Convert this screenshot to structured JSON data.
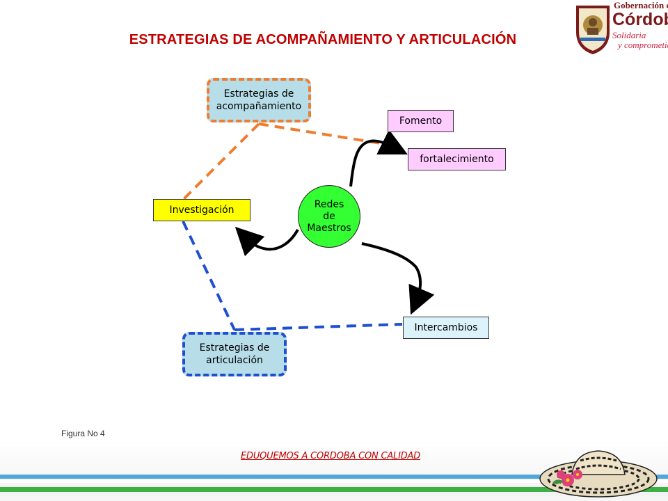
{
  "header": {
    "title": "ESTRATEGIAS DE ACOMPAÑAMIENTO Y ARTICULACIÓN",
    "logo": {
      "line1": "Gobernación de",
      "line2": "Córdoba",
      "tagline1": "Solidaria",
      "tagline2": "y comprometida"
    }
  },
  "diagram": {
    "nodes": {
      "acompanamiento": "Estrategias de acompañamiento",
      "articulacion": "Estrategias de articulación",
      "fomento": "Fomento",
      "fortalecimiento": "fortalecimiento",
      "investigacion": "Investigación",
      "intercambios": "Intercambios",
      "center_line1": "Redes",
      "center_line2": "de",
      "center_line3": "Maestros"
    },
    "colors": {
      "acompanamiento_border": "#ed7d31",
      "articulacion_border": "#1f4fd1",
      "box_fill_blue": "#b7dde8",
      "box_fill_pink": "#ffccff",
      "box_fill_yellow": "#ffff00",
      "circle_fill": "#33ff33"
    }
  },
  "caption": "Figura No 4",
  "footer": {
    "slogan": "EDUQUEMOS A CORDOBA CON CALIDAD",
    "icon": "sombrero-vueltiao-icon"
  }
}
